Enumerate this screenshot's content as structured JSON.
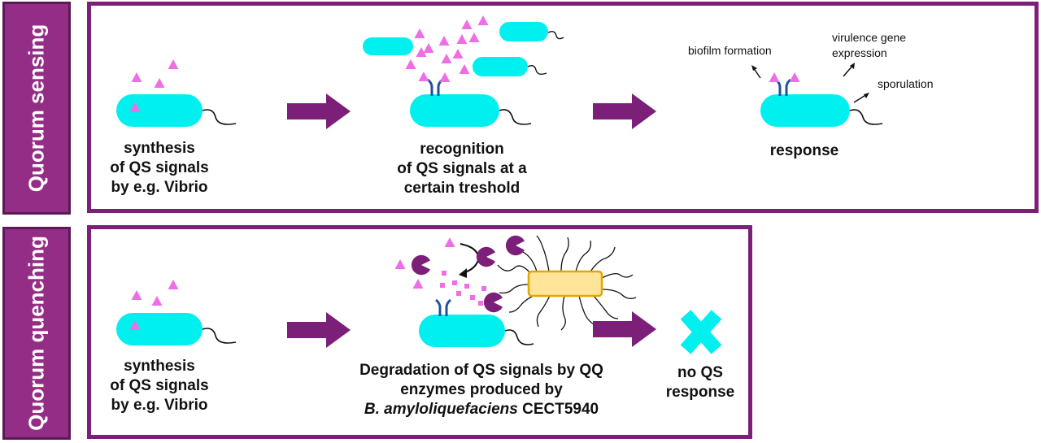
{
  "colors": {
    "sidebar": "#942d86",
    "panel_border": "#7b1f79",
    "bacterium": "#00f0f0",
    "signal": "#ee6ee6",
    "enzyme": "#7b1f79",
    "receptor": "#1f4fa0",
    "arrow": "#7b1f79",
    "bacillus_fill": "#ffe49a",
    "bacillus_stroke": "#e0a800",
    "cross": "#00f0f0"
  },
  "quorum_sensing": {
    "sidebar_label": "Quorum sensing",
    "step1": {
      "lines": [
        "synthesis",
        "of QS signals",
        "by e.g. Vibrio"
      ]
    },
    "step2": {
      "lines": [
        "recognition",
        "of QS signals at a",
        "certain treshold"
      ]
    },
    "step3": {
      "label": "response",
      "biofilm": "biofilm formation",
      "virulence_lines": [
        "virulence gene",
        "expression"
      ],
      "sporulation": "sporulation"
    }
  },
  "quorum_quenching": {
    "sidebar_label": "Quorum quenching",
    "step1": {
      "lines": [
        "synthesis",
        "of QS signals",
        "by e.g. Vibrio"
      ]
    },
    "step2": {
      "line1": "Degradation of QS signals by QQ",
      "line2": "enzymes produced by",
      "line3_italic": "B. amyloliquefaciens",
      "line3_rest": " CECT5940"
    },
    "step3": {
      "lines": [
        "no QS",
        "response"
      ]
    }
  },
  "icons": [
    "bacterium-icon",
    "qs-signal-icon",
    "receptor-icon",
    "qq-enzyme-icon",
    "bacillus-icon",
    "no-response-cross-icon",
    "process-arrow-icon"
  ]
}
